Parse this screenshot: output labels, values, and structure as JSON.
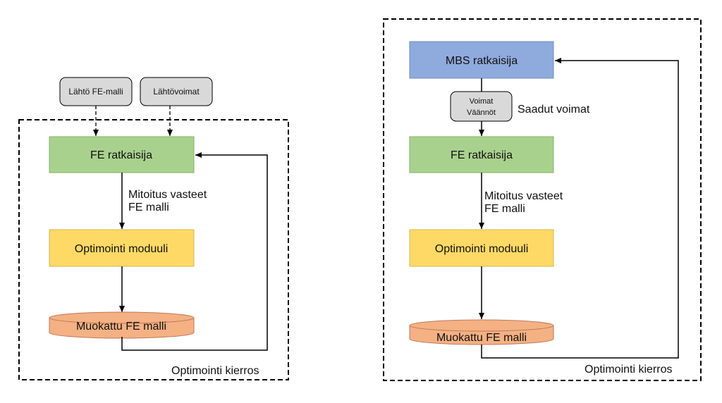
{
  "left_diagram": {
    "inputs": [
      {
        "label": "Lähtö FE-malli"
      },
      {
        "label": "Lähtövoimat"
      }
    ],
    "fe_solver": {
      "label": "FE ratkaisija"
    },
    "edge_label_lines": [
      "Mitoitus vasteet",
      "FE malli"
    ],
    "optimization_module": {
      "label": "Optimointi moduuli"
    },
    "modified_model": {
      "label": "Muokattu FE malli"
    },
    "loop_label": "Optimointi kierros"
  },
  "right_diagram": {
    "mbs_solver": {
      "label": "MBS ratkaisija"
    },
    "forces_box_lines": [
      "Voimat",
      "Väännöt"
    ],
    "forces_caption": "Saadut voimat",
    "fe_solver": {
      "label": "FE ratkaisija"
    },
    "edge_label_lines": [
      "Mitoitus vasteet",
      "FE malli"
    ],
    "optimization_module": {
      "label": "Optimointi moduuli"
    },
    "modified_model": {
      "label": "Muokattu FE malli"
    },
    "loop_label": "Optimointi kierros"
  },
  "colors": {
    "input_box": "#d9d9d9",
    "fe_solver": "#a9d18e",
    "optimization_module": "#ffd966",
    "modified_model": "#f4b183",
    "mbs_solver": "#8faadc",
    "stroke": "#000000"
  }
}
